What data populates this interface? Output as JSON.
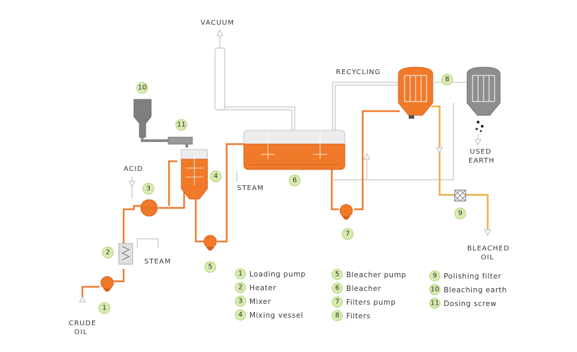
{
  "labels": {
    "vacuum": "VACUUM",
    "recycling": "RECYCLING",
    "acid": "ACID",
    "steam_bleacher": "STEAM",
    "steam_heater": "STEAM",
    "used_earth_1": "USED",
    "used_earth_2": "EARTH",
    "bleached_oil_1": "BLEACHED",
    "bleached_oil_2": "OIL",
    "crude_oil_1": "CRUDE",
    "crude_oil_2": "OIL"
  },
  "badges": {
    "b1": "1",
    "b2": "2",
    "b3": "3",
    "b4": "4",
    "b5": "5",
    "b6": "6",
    "b7": "7",
    "b8": "8",
    "b9": "9",
    "b10": "10",
    "b11": "11"
  },
  "legend": [
    {
      "num": "1",
      "text": "Loading pump"
    },
    {
      "num": "2",
      "text": "Heater"
    },
    {
      "num": "3",
      "text": "Mixer"
    },
    {
      "num": "4",
      "text": "Mixing vessel"
    },
    {
      "num": "5",
      "text": "Bleacher pump"
    },
    {
      "num": "6",
      "text": "Bleacher"
    },
    {
      "num": "7",
      "text": "Filters pump"
    },
    {
      "num": "8",
      "text": "Filters"
    },
    {
      "num": "9",
      "text": "Polishing filter"
    },
    {
      "num": "10",
      "text": "Bleaching earth"
    },
    {
      "num": "11",
      "text": "Dosing screw"
    }
  ],
  "colors": {
    "oil_line": "#f07a2a",
    "bleached_line": "#e6b24a",
    "utility_line": "#cfcfcf",
    "badge_fill": "#d8ecb0"
  }
}
